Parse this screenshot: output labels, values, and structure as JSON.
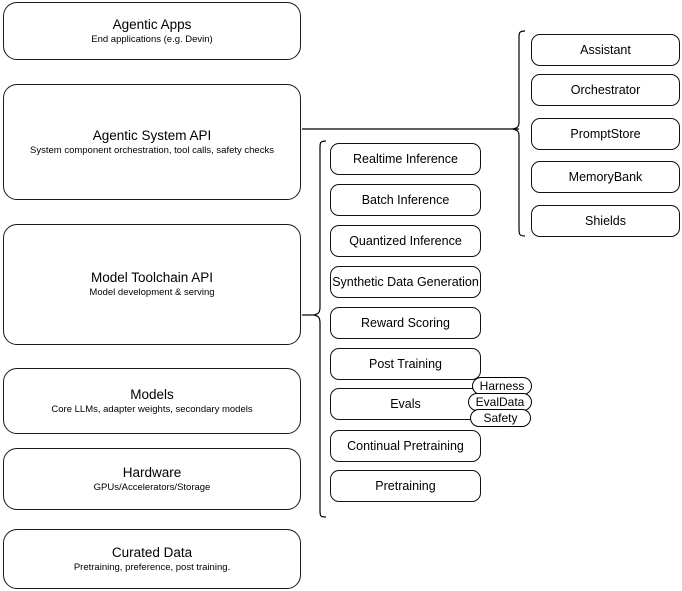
{
  "diagram": {
    "title": "Agentic stack layered architecture",
    "stroke_color": "#1a1a1a",
    "background_color": "#ffffff"
  },
  "layers": [
    {
      "id": "agentic-apps",
      "title": "Agentic Apps",
      "subtitle": "End applications (e.g. Devin)"
    },
    {
      "id": "agentic-system-api",
      "title": "Agentic System API",
      "subtitle": "System component orchestration, tool calls, safety checks"
    },
    {
      "id": "model-toolchain-api",
      "title": "Model Toolchain API",
      "subtitle": "Model development & serving"
    },
    {
      "id": "models",
      "title": "Models",
      "subtitle": "Core LLMs, adapter weights, secondary models"
    },
    {
      "id": "hardware",
      "title": "Hardware",
      "subtitle": "GPUs/Accelerators/Storage"
    },
    {
      "id": "curated-data",
      "title": "Curated Data",
      "subtitle": "Pretraining, preference, post training."
    }
  ],
  "toolchain_components": [
    {
      "id": "realtime-inference",
      "label": "Realtime Inference"
    },
    {
      "id": "batch-inference",
      "label": "Batch Inference"
    },
    {
      "id": "quantized-inference",
      "label": "Quantized Inference"
    },
    {
      "id": "synthetic-data-generation",
      "label": "Synthetic Data Generation"
    },
    {
      "id": "reward-scoring",
      "label": "Reward Scoring"
    },
    {
      "id": "post-training",
      "label": "Post Training"
    },
    {
      "id": "evals",
      "label": "Evals"
    },
    {
      "id": "continual-pretraining",
      "label": "Continual Pretraining"
    },
    {
      "id": "pretraining",
      "label": "Pretraining"
    }
  ],
  "system_components": [
    {
      "id": "assistant",
      "label": "Assistant"
    },
    {
      "id": "orchestrator",
      "label": "Orchestrator"
    },
    {
      "id": "promptstore",
      "label": "PromptStore"
    },
    {
      "id": "memorybank",
      "label": "MemoryBank"
    },
    {
      "id": "shields",
      "label": "Shields"
    }
  ],
  "evals_badges": [
    {
      "id": "harness",
      "label": "Harness"
    },
    {
      "id": "evaldata",
      "label": "EvalData"
    },
    {
      "id": "safety",
      "label": "Safety"
    }
  ]
}
